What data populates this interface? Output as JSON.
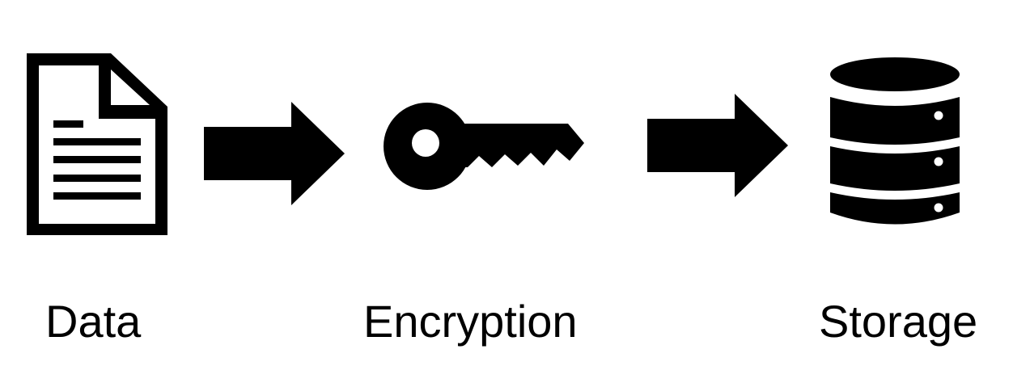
{
  "diagram": {
    "steps": [
      {
        "label": "Data",
        "icon": "document-icon"
      },
      {
        "label": "Encryption",
        "icon": "key-icon"
      },
      {
        "label": "Storage",
        "icon": "database-icon"
      }
    ],
    "connectors": [
      "arrow-right-icon",
      "arrow-right-icon"
    ],
    "colors": {
      "ink": "#000000",
      "background": "#ffffff"
    }
  }
}
